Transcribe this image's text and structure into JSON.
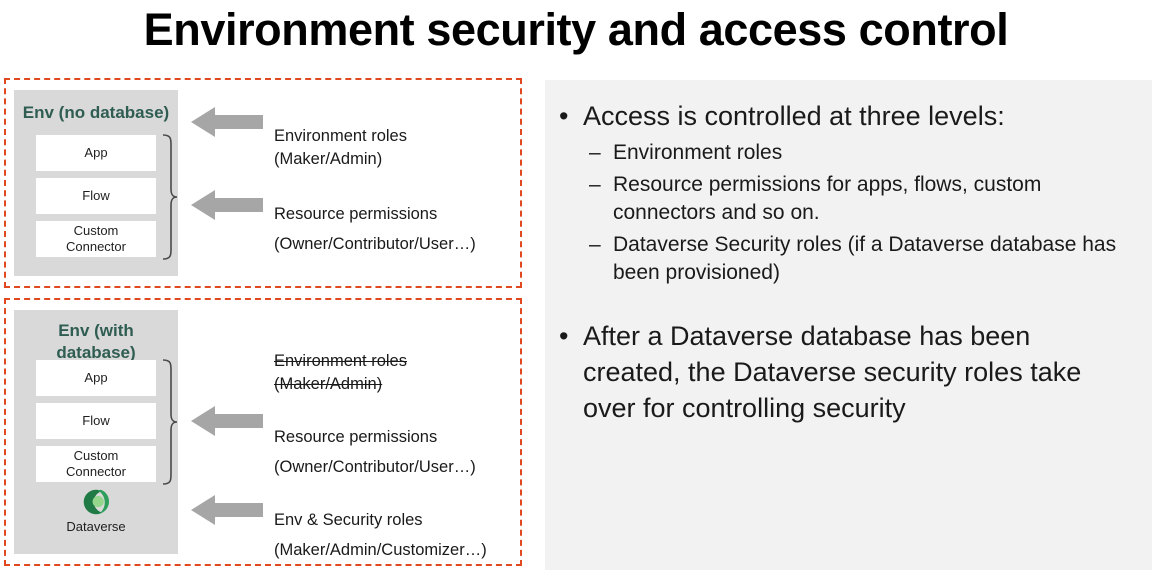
{
  "title": "Environment security and access control",
  "colors": {
    "accent_dashed": "#E0491F",
    "env_panel": "#D9D9D9",
    "env_heading": "#2F5D52",
    "arrow": "#A6A6A6",
    "content_panel": "#F2F2F2",
    "dataverse_green_dark": "#1F8A4C",
    "dataverse_green_light": "#92D36E"
  },
  "diagram": {
    "group_no_database": {
      "env_heading": "Env (no database)",
      "resources": [
        {
          "label": "App"
        },
        {
          "label": "Flow"
        },
        {
          "label": "Custom\nConnector"
        }
      ],
      "callouts": [
        {
          "line1": "Environment roles",
          "line2": "(Maker/Admin)",
          "struck": false
        },
        {
          "line1": "Resource permissions",
          "line2": "(Owner/Contributor/User…)",
          "struck": false
        }
      ]
    },
    "group_with_database": {
      "env_heading": "Env (with\ndatabase)",
      "resources": [
        {
          "label": "App"
        },
        {
          "label": "Flow"
        },
        {
          "label": "Custom\nConnector"
        }
      ],
      "dataverse": {
        "icon": "dataverse-icon",
        "label": "Dataverse"
      },
      "callouts": [
        {
          "line1": "Environment roles",
          "line2": "(Maker/Admin)",
          "struck": true
        },
        {
          "line1": "Resource permissions",
          "line2": "(Owner/Contributor/User…)",
          "struck": false
        },
        {
          "line1": "Env & Security roles",
          "line2": "(Maker/Admin/Customizer…)",
          "struck": false
        }
      ]
    }
  },
  "content": {
    "bullets": [
      {
        "text": "Access is controlled at three levels:",
        "marker": "•",
        "sub_marker": "–",
        "sub": [
          "Environment roles",
          "Resource permissions for apps, flows, custom connectors and so on.",
          "Dataverse Security roles (if a Dataverse database has been provisioned)"
        ]
      },
      {
        "text": "After a Dataverse database has been created, the Dataverse security roles take over for controlling security",
        "marker": "•",
        "sub": []
      }
    ]
  }
}
